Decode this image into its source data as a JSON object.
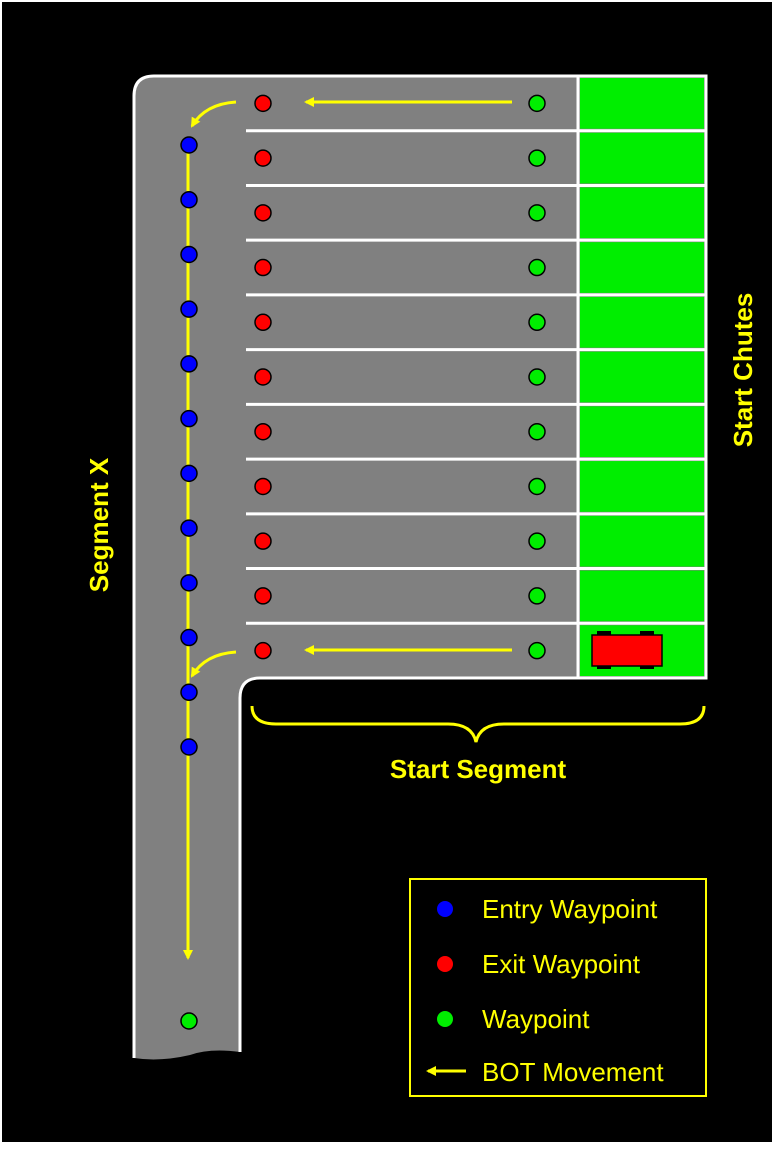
{
  "labels": {
    "segment_x": "Segment X",
    "start_chutes": "Start Chutes",
    "start_segment": "Start Segment"
  },
  "legend": {
    "entry": "Entry Waypoint",
    "exit": "Exit Waypoint",
    "waypoint": "Waypoint",
    "movement": "BOT Movement"
  },
  "colors": {
    "background": "#000000",
    "frame": "#ffffff",
    "road": "#808080",
    "chute": "#00ee00",
    "entry": "#0000ff",
    "exit": "#ff0000",
    "waypoint": "#00ee00",
    "arrow": "#ffff00",
    "label": "#ffff00",
    "bot": "#ff0000"
  },
  "lanes": {
    "count": 11
  }
}
